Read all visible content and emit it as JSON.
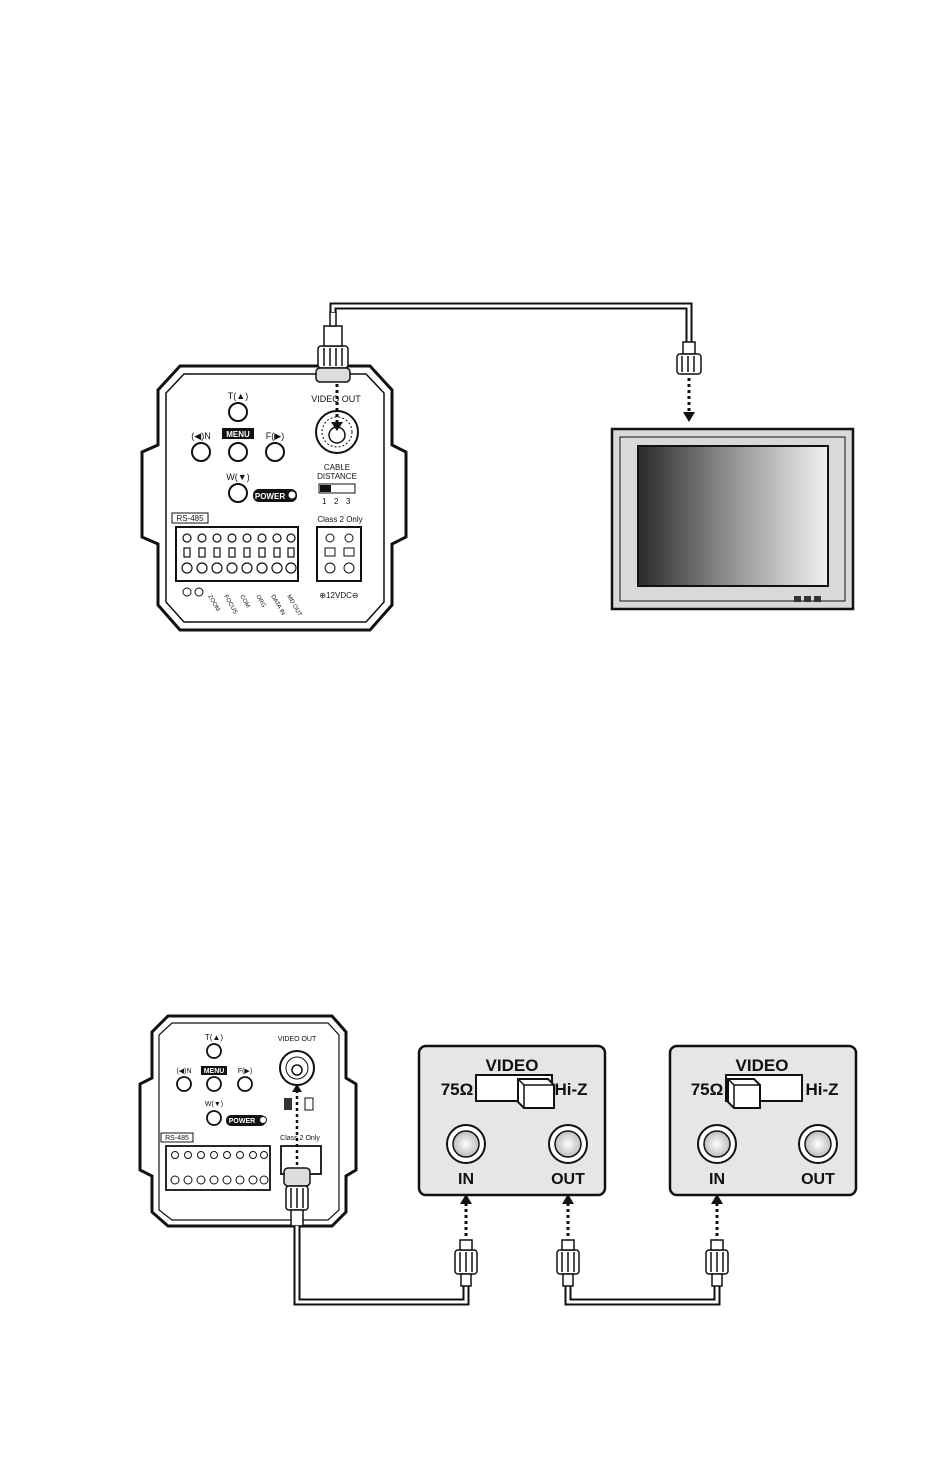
{
  "diagram1": {
    "camera": {
      "buttons": {
        "tele": "T(▲)",
        "left": "(◀)N",
        "menu": "MENU",
        "focus": "F(▶)",
        "wide": "W(▼)",
        "power": "POWER"
      },
      "video_out": "VIDEO OUT",
      "cable_distance": [
        "CABLE",
        "DISTANCE"
      ],
      "switch_positions": [
        "1",
        "2",
        "3"
      ],
      "class2": "Class 2 Only",
      "rs485": "RS-485",
      "terminals": [
        "ZOOM",
        "FOCUS",
        "COM",
        "ORG",
        "DATA IN",
        "MD OUT"
      ],
      "power_label": "⊕12VDC⊖"
    }
  },
  "diagram2": {
    "camera": {
      "buttons": {
        "tele": "T(▲)",
        "left": "(◀)N",
        "menu": "MENU",
        "focus": "F(▶)",
        "wide": "W(▼)",
        "power": "POWER"
      },
      "video_out": "VIDEO OUT",
      "class2": "Class 2 Only",
      "rs485": "RS-485"
    },
    "monitor1": {
      "video": "VIDEO",
      "ohm": "75Ω",
      "hiz": "Hi-Z",
      "in": "IN",
      "out": "OUT",
      "switch_setting": "Hi-Z"
    },
    "monitor2": {
      "video": "VIDEO",
      "ohm": "75Ω",
      "hiz": "Hi-Z",
      "in": "IN",
      "out": "OUT",
      "switch_setting": "75Ω"
    }
  },
  "colors": {
    "line": "#111111",
    "panel": "#e6e6e6",
    "screen_dark": "#2a2a2a",
    "screen_light": "#f2f2f2"
  }
}
